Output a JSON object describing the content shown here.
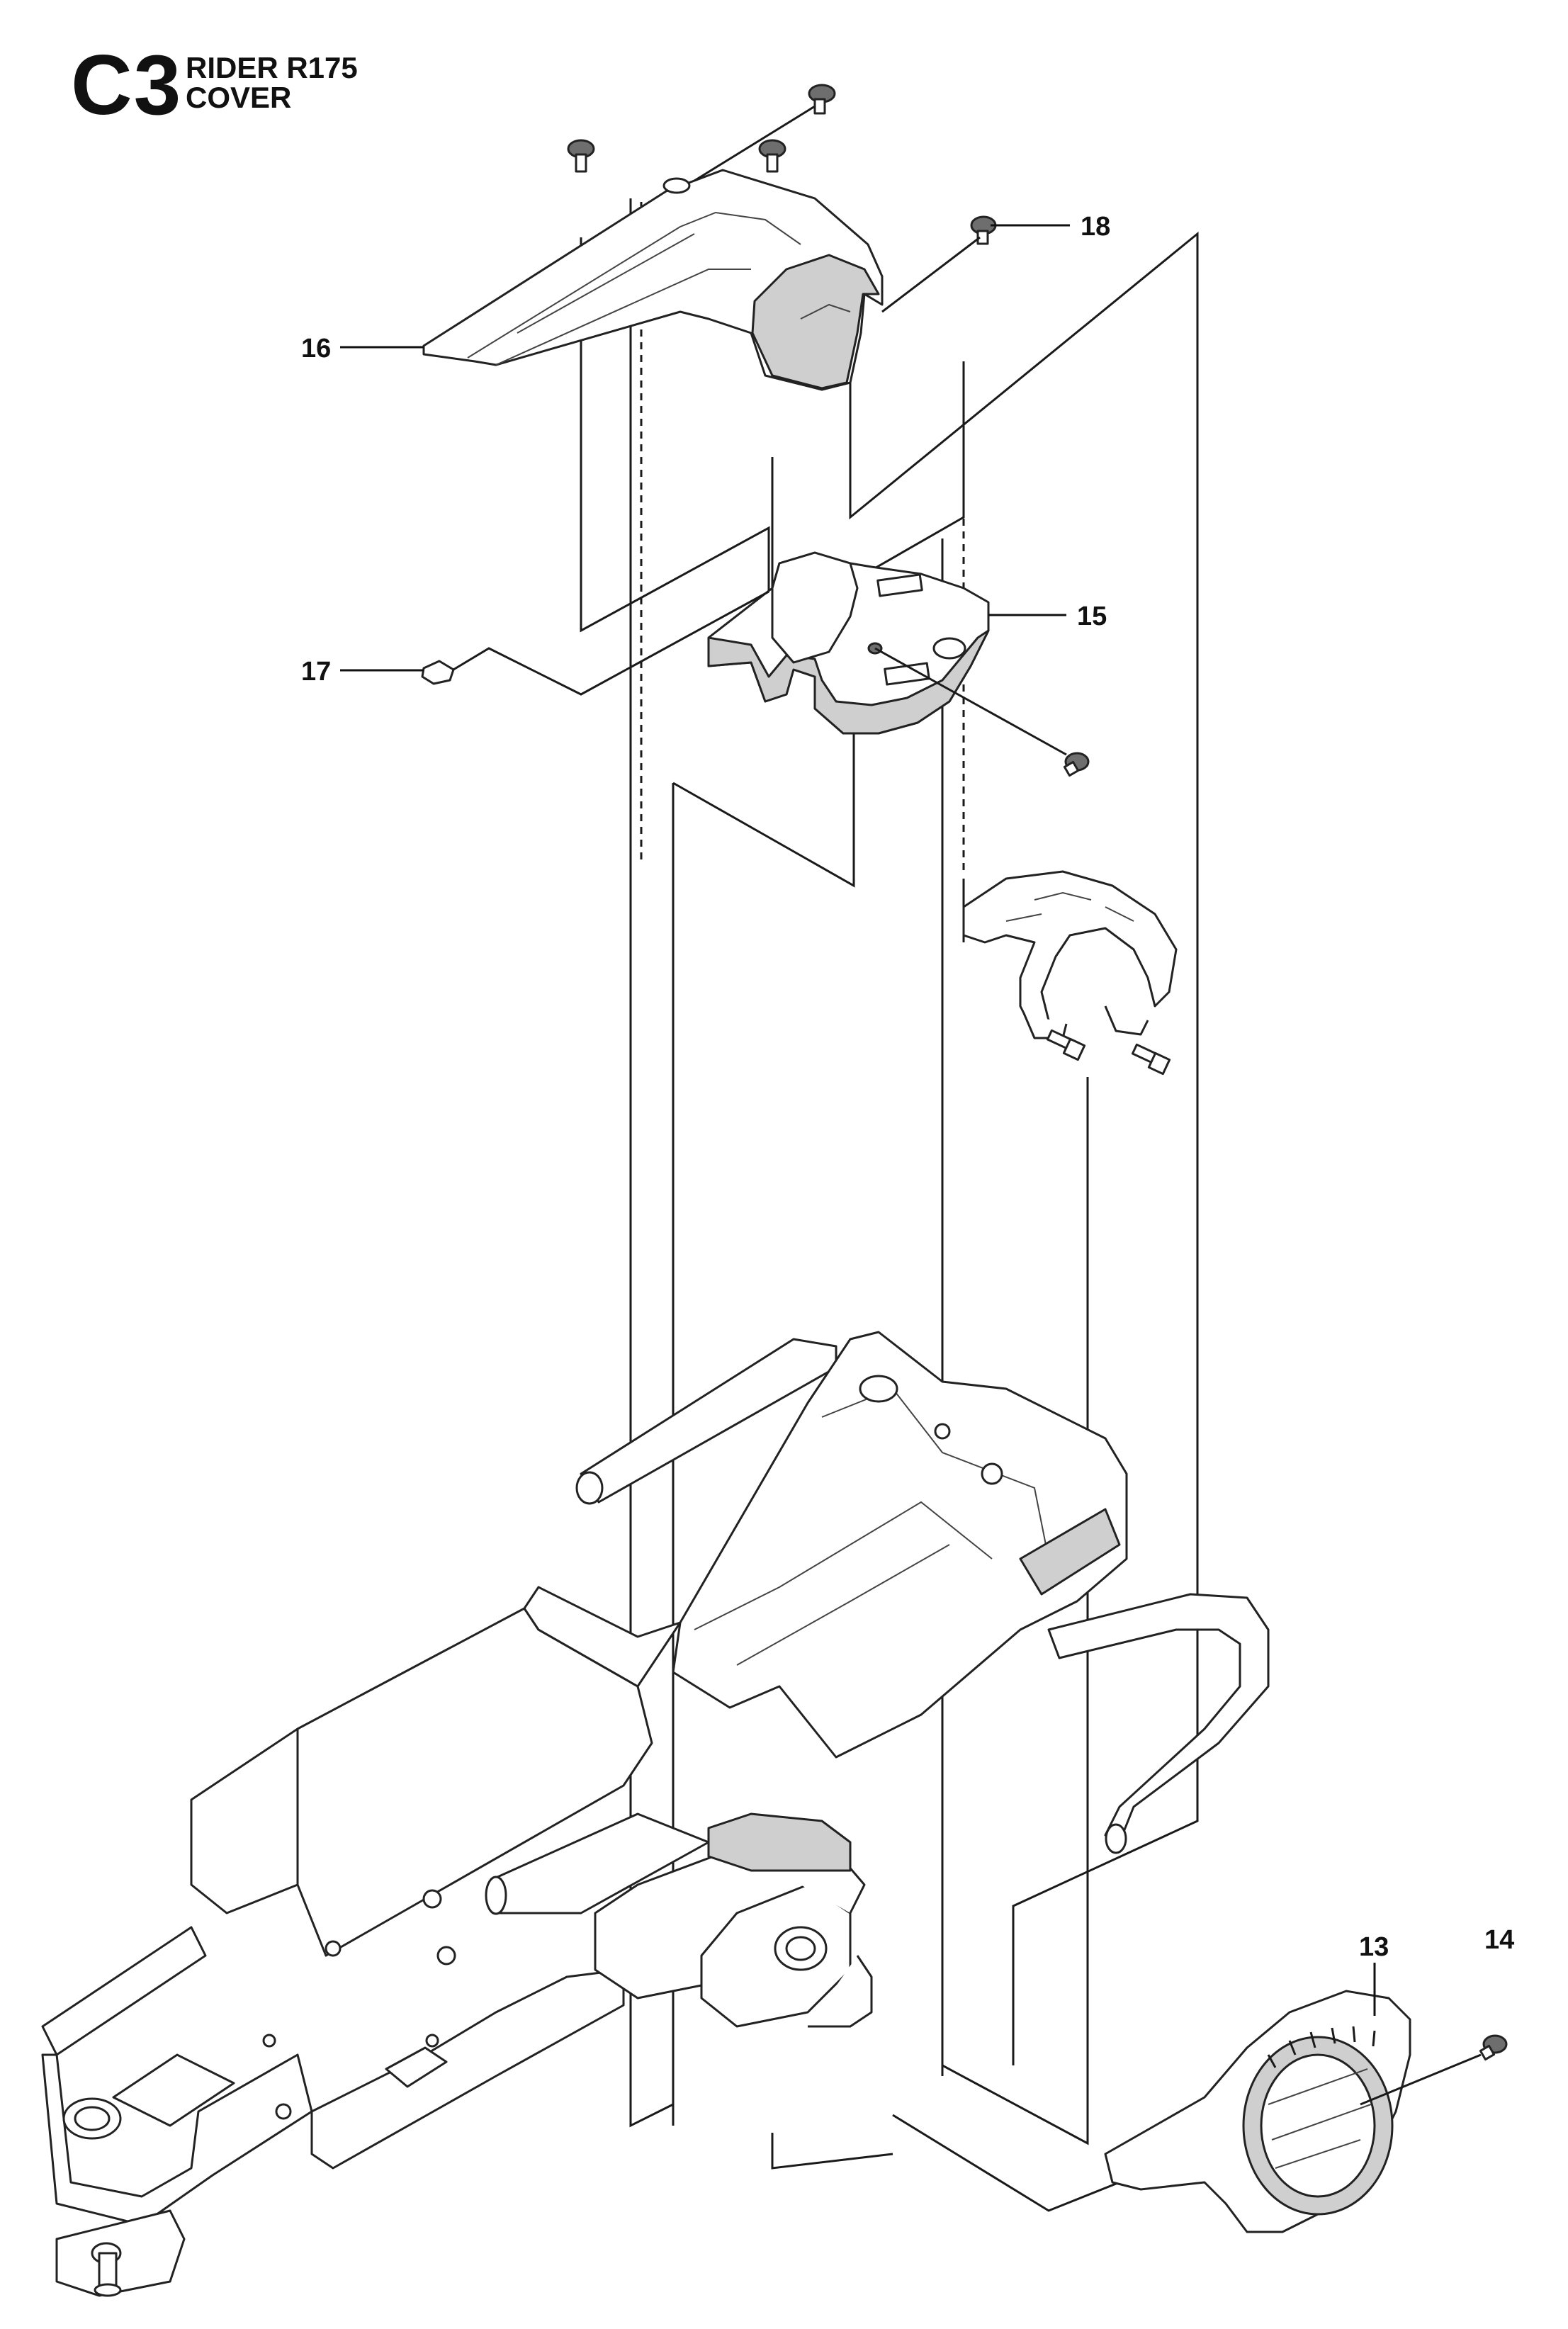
{
  "header": {
    "section_code": "C3",
    "model": "RIDER R175",
    "title": "COVER"
  },
  "callouts": [
    {
      "id": "13",
      "label": "13"
    },
    {
      "id": "14",
      "label": "14"
    },
    {
      "id": "15",
      "label": "15"
    },
    {
      "id": "16",
      "label": "16"
    },
    {
      "id": "17",
      "label": "17"
    },
    {
      "id": "18",
      "label": "18"
    }
  ]
}
